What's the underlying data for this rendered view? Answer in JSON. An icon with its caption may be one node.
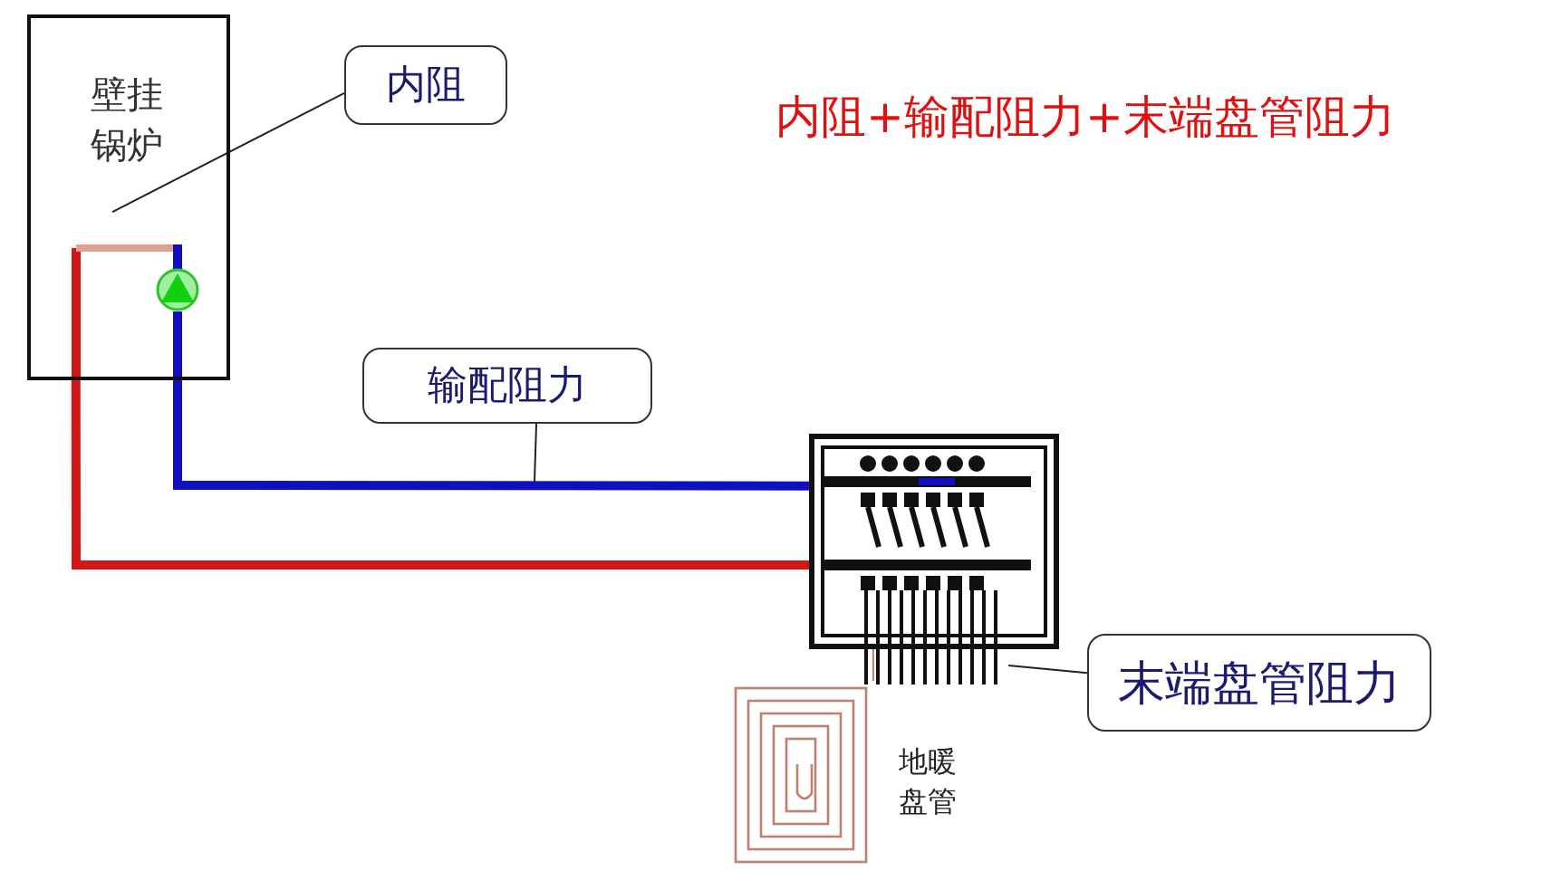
{
  "diagram": {
    "title": "内阻+输配阻力+末端盘管阻力",
    "nodes": [
      {
        "text": [
          "壁挂锅炉"
        ]
      },
      {
        "text": [
          "内阻"
        ]
      },
      {
        "text": [],
        "shape": "circle",
        "in": 0
      },
      {
        "text": [
          "输配阻力"
        ]
      },
      {
        "text": [],
        "shape": "picture"
      },
      {
        "text": [
          "末端盘管阻力"
        ]
      },
      {
        "text": [],
        "shape": "picture",
        "beside": [
          "地暖盘管"
        ]
      }
    ],
    "edges": [
      {
        "from": 1,
        "to": 0,
        "arrow": "none"
      },
      {
        "from": 2,
        "to": 4,
        "arrow": "none",
        "style": "thick",
        "color": "#1010c0"
      },
      {
        "from": 0,
        "to": 4,
        "arrow": "none",
        "style": "thick",
        "color": "#d01818"
      },
      {
        "from": 3,
        "to": null,
        "arrow": "none"
      },
      {
        "from": 5,
        "to": 4,
        "arrow": "none"
      },
      {
        "from": 4,
        "to": 6,
        "arrow": "none",
        "color": "#c08070"
      }
    ]
  }
}
